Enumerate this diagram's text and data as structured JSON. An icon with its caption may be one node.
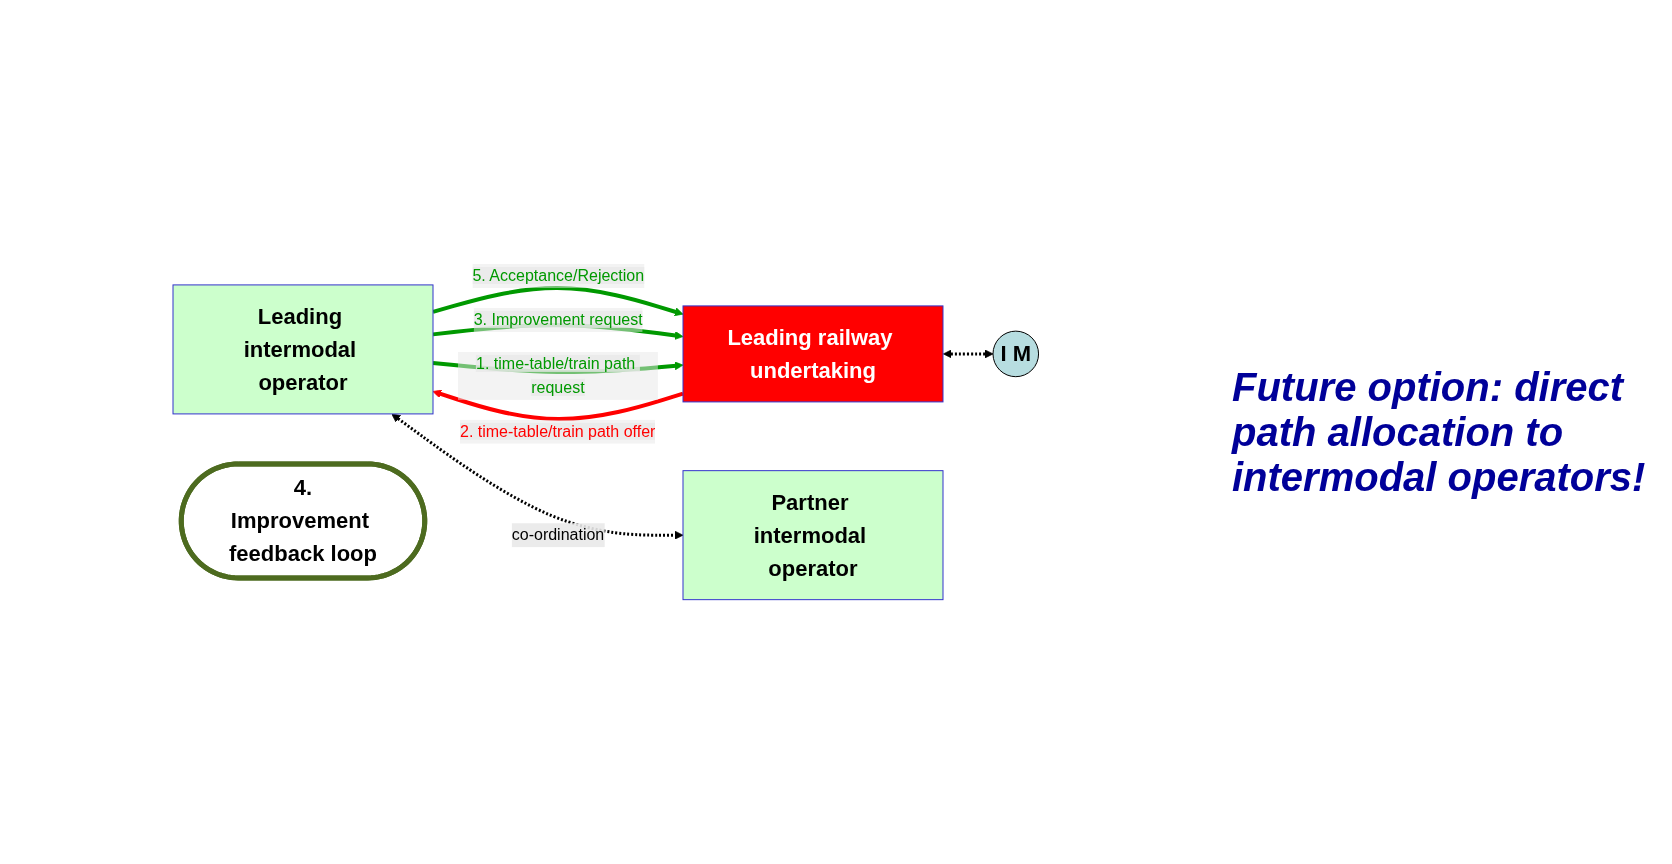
{
  "diagram": {
    "nodes": [
      {
        "text": [
          "Leading intermodal operator"
        ]
      },
      {
        "text": [
          "Leading railway undertaking"
        ]
      },
      {
        "text": [
          "I M"
        ]
      },
      {
        "text": [
          "Partner intermodal operator"
        ]
      },
      {
        "text": [
          "4.",
          "Improvement feedback loop"
        ]
      }
    ],
    "edges": [
      {
        "from": 0,
        "to": 1,
        "arrow": "to",
        "label": "5. Acceptance/Rejection"
      },
      {
        "from": 0,
        "to": 1,
        "arrow": "to",
        "label": "3. Improvement request"
      },
      {
        "from": 1,
        "to": 0,
        "arrow": "to",
        "label": "2. time-table/train path offer",
        "color": "#ff0000"
      },
      {
        "from": 0,
        "to": 1,
        "arrow": "to",
        "label": "1. time-table/train path request"
      },
      {
        "from": 1,
        "to": 2,
        "arrow": "both",
        "style": "dashed",
        "color": "#000000"
      },
      {
        "from": 0,
        "to": 3,
        "arrow": "both",
        "style": "dashed",
        "color": "#000000",
        "label": "co-ordination"
      }
    ],
    "labels": [
      "Future option: direct path allocation to intermodal operators!"
    ]
  }
}
